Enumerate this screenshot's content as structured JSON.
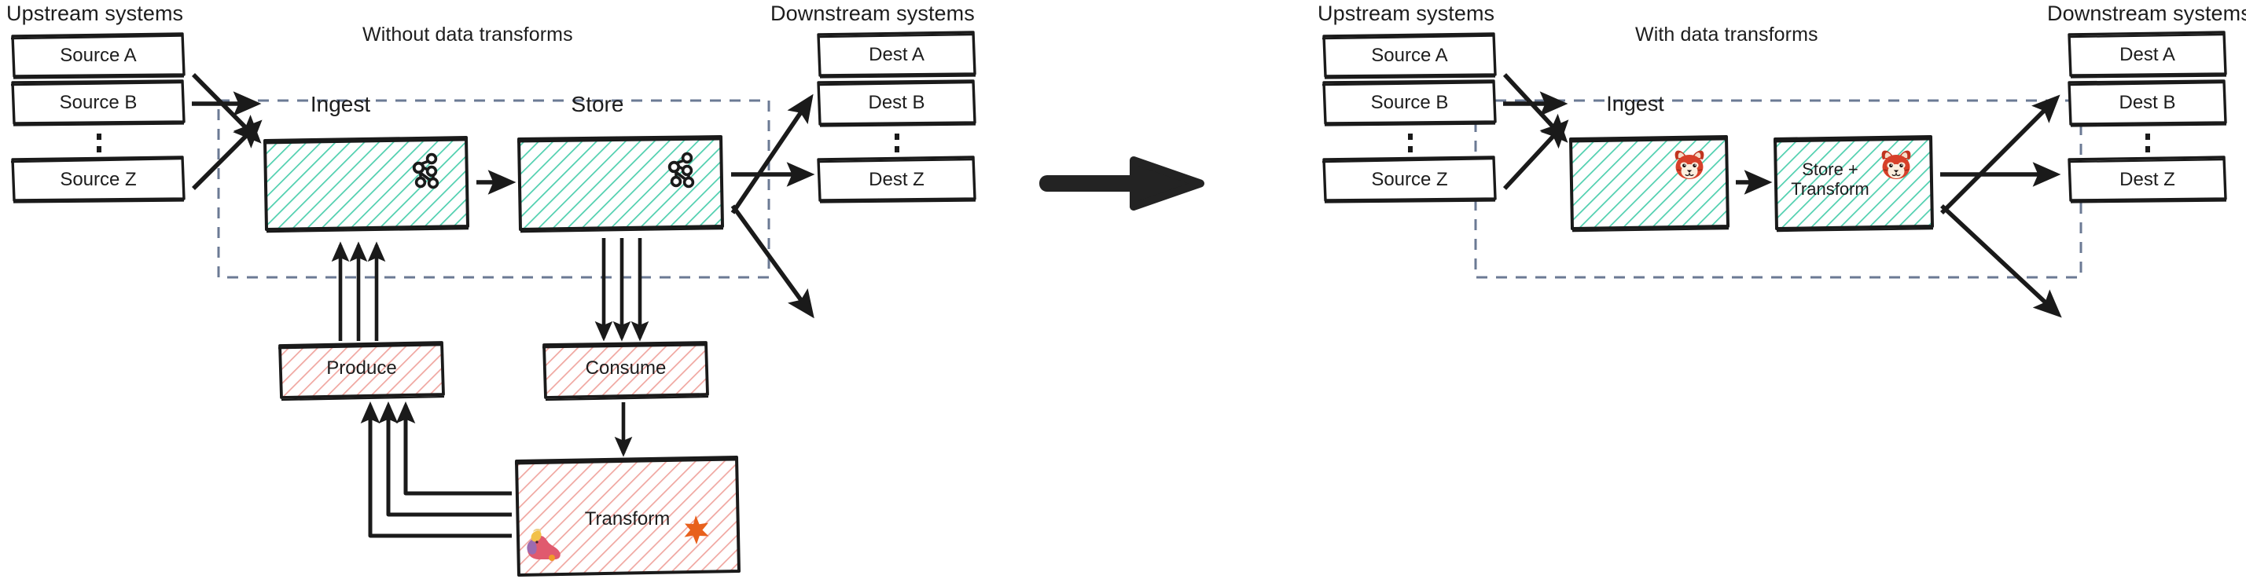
{
  "diagram": {
    "title_type": "architecture-comparison",
    "left_panel": {
      "caption": "Without data transforms",
      "upstream_header": "Upstream systems",
      "downstream_header": "Downstream systems",
      "sources": [
        "Source A",
        "Source B",
        "Source Z"
      ],
      "destinations": [
        "Dest A",
        "Dest B",
        "Dest Z"
      ],
      "pipeline_boxes": [
        {
          "label": "Ingest",
          "icon": "kafka-icon",
          "fill": "teal"
        },
        {
          "label": "Store",
          "icon": "kafka-icon",
          "fill": "teal"
        }
      ],
      "external_boxes": [
        {
          "label": "Produce",
          "icon": "none",
          "fill": "pink"
        },
        {
          "label": "Consume",
          "icon": "none",
          "fill": "pink"
        },
        {
          "label": "Transform",
          "icons": [
            "flink-squirrel-icon",
            "spark-icon"
          ],
          "fill": "pink"
        }
      ]
    },
    "right_panel": {
      "caption": "With data transforms",
      "upstream_header": "Upstream systems",
      "downstream_header": "Downstream systems",
      "sources": [
        "Source A",
        "Source B",
        "Source Z"
      ],
      "destinations": [
        "Dest A",
        "Dest B",
        "Dest Z"
      ],
      "pipeline_boxes": [
        {
          "label": "Ingest",
          "icon": "redpanda-icon",
          "fill": "teal"
        },
        {
          "label_line1": "Store +",
          "label_line2": "Transform",
          "icon": "redpanda-icon",
          "fill": "teal"
        }
      ]
    },
    "transition_arrow": "big-right-arrow"
  },
  "colors": {
    "teal_hatch": "#4ecfae",
    "pink_hatch": "#f0a6a0",
    "boundary_dash": "#6b7a94",
    "stroke": "#1a1a1a",
    "spark_orange": "#e8601c",
    "redpanda_red": "#d7402a"
  }
}
